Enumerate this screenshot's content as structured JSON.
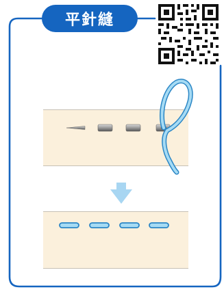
{
  "title": "平針縫",
  "colors": {
    "frame": "#1565c0",
    "title_bg": "#1565c0",
    "title_text": "#ffffff",
    "fabric": "#fbf0dc",
    "thread": "#7cc7ea",
    "thread_outline": "#2b86c5",
    "arrow": "#a8d6f2",
    "needle": "#8a8a8a"
  },
  "icons": {
    "qr": "qr-code-icon",
    "arrow": "arrow-down-icon",
    "needle": "needle-icon"
  },
  "top_panel": {
    "stitch_count": 3,
    "has_needle": true
  },
  "bottom_panel": {
    "stitch_count": 4
  }
}
